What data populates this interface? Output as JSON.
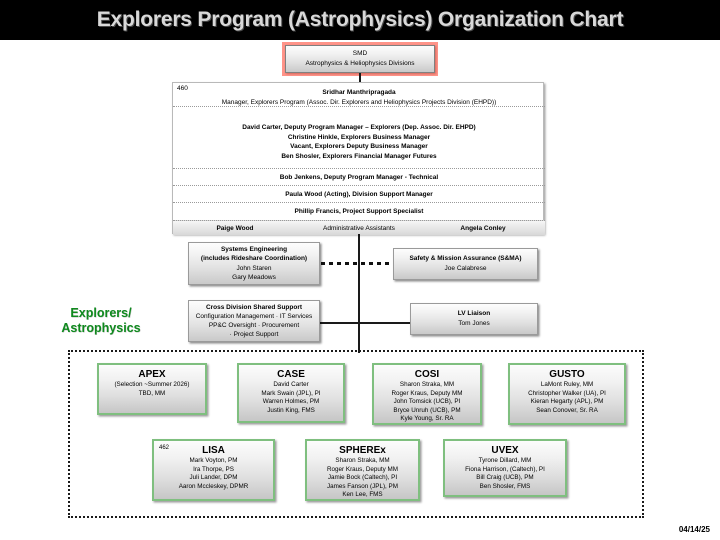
{
  "header": {
    "title": "Explorers Program (Astrophysics) Organization Chart"
  },
  "smd_box": {
    "line1": "SMD",
    "line2": "Astrophysics & Heliophysics Divisions"
  },
  "main_panel": {
    "code": "460",
    "manager": {
      "name": "Sridhar Manthripragada",
      "role": "Manager, Explorers Program (Assoc. Dir. Explorers and Heliophysics Projects Division (EHPD))"
    },
    "staff": [
      "David Carter, Deputy Program Manager – Explorers (Dep. Assoc. Dir. EHPD)",
      "Christine Hinkle, Explorers Business Manager",
      "Vacant, Explorers Deputy Business Manager",
      "Ben Shosler, Explorers Financial Manager Futures"
    ],
    "rows": [
      "Bob Jenkens, Deputy Program Manager - Technical",
      "Paula Wood (Acting), Division Support Manager",
      "Phillip Francis, Project Support Specialist"
    ],
    "admin": {
      "left": "Paige Wood",
      "center": "Administrative Assistants",
      "right": "Angela Conley"
    }
  },
  "support_boxes": {
    "systems_engineering": {
      "title1": "Systems Engineering",
      "title2": "(includes Rideshare Coordination)",
      "member1": "John Staren",
      "member2": "Gary Meadows"
    },
    "sma": {
      "title": "Safety & Mission Assurance (S&MA)",
      "member": "Joe Calabrese"
    },
    "cross_division": {
      "title": "Cross Division Shared Support",
      "line1": "Configuration Management · IT Services",
      "line2": "PP&C Oversight · Procurement",
      "line3": "· Project Support"
    },
    "lv_liaison": {
      "title": "LV Liaison",
      "member": "Tom Jones"
    }
  },
  "side_label": {
    "line1": "Explorers/",
    "line2": "Astrophysics",
    "color": "#0f8a1e"
  },
  "missions": [
    {
      "name": "APEX",
      "code": "",
      "members": [
        "(Selection ~Summer 2026)",
        "TBD, MM"
      ]
    },
    {
      "name": "CASE",
      "code": "",
      "members": [
        "David Carter",
        "Mark Swain (JPL), PI",
        "Warren Holmes, PM",
        "Justin King, FMS"
      ]
    },
    {
      "name": "COSI",
      "code": "",
      "members": [
        "Sharon Straka, MM",
        "Roger Kraus, Deputy MM",
        "John Tomsick (UCB), PI",
        "Bryce Unruh (UCB), PM",
        "Kyle Young, Sr. RA"
      ]
    },
    {
      "name": "GUSTO",
      "code": "",
      "members": [
        "LaMont Ruley, MM",
        "Christopher Walker (UA), PI",
        "Kieran Hegarty (APL), PM",
        "Sean Conover, Sr. RA"
      ]
    },
    {
      "name": "LISA",
      "code": "462",
      "members": [
        "Mark Voyton,  PM",
        "Ira Thorpe, PS",
        "Juli Lander, DPM",
        "Aaron Mccleskey, DPMR"
      ]
    },
    {
      "name": "SPHEREx",
      "code": "",
      "members": [
        "Sharon Straka,  MM",
        "Roger Kraus, Deputy MM",
        "Jamie Bock (Caltech), PI",
        "James Fanson (JPL), PM",
        "Ken Lee, FMS"
      ]
    },
    {
      "name": "UVEX",
      "code": "",
      "members": [
        "Tyrone Dillard, MM",
        "Fiona Harrison, (Caltech), PI",
        "Bill Craig (UCB), PM",
        "Ben Shosler, FMS"
      ]
    }
  ],
  "footer": {
    "date": "04/14/25"
  }
}
